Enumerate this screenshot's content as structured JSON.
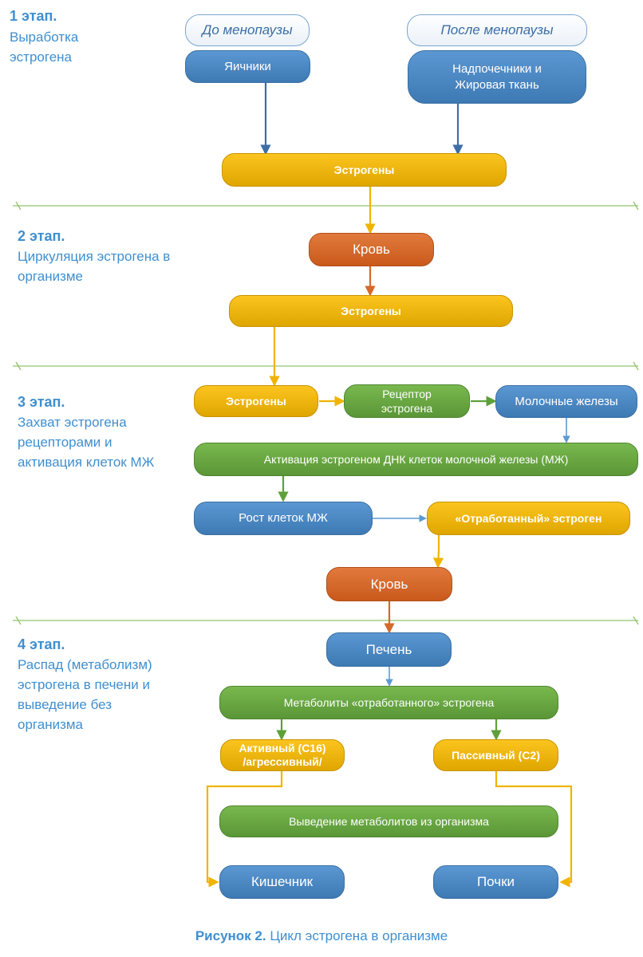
{
  "stages": [
    {
      "title": "1 этап.",
      "text": [
        "Выработка",
        "эстрогена"
      ]
    },
    {
      "title": "2 этап.",
      "text": [
        "Циркуляция эстрогена в",
        "организме"
      ]
    },
    {
      "title": "3 этап.",
      "text": [
        "Захват эстрогена",
        "рецепторами и",
        "активация клеток МЖ"
      ]
    },
    {
      "title": "4 этап.",
      "text": [
        "Распад (метаболизм)",
        "эстрогена в печени и",
        "выведение без",
        "организма"
      ]
    }
  ],
  "nodes": {
    "pre_menopause": "До менопаузы",
    "post_menopause": "После менопаузы",
    "ovaries": "Яичники",
    "adrenal_fat": [
      "Надпочечники и",
      "Жировая ткань"
    ],
    "estrogens_1": "Эстрогены",
    "blood_1": "Кровь",
    "estrogens_2": "Эстрогены",
    "estrogens_3": "Эстрогены",
    "receptor": [
      "Рецептор",
      "эстрогена"
    ],
    "mammary": "Молочные железы",
    "activation": "Активация эстрогеном ДНК клеток молочной железы (МЖ)",
    "cell_growth": "Рост клеток МЖ",
    "spent_estrogen": "«Отработанный» эстроген",
    "blood_2": "Кровь",
    "liver": "Печень",
    "metabolites": "Метаболиты «отработанного» эстрогена",
    "active": [
      "Активный (С16)",
      "/агрессивный/"
    ],
    "passive": "Пассивный (С2)",
    "excretion": "Выведение метаболитов  из организма",
    "intestine": "Кишечник",
    "kidneys": "Почки"
  },
  "caption": {
    "label": "Рисунок 2.",
    "text": " Цикл эстрогена в организме"
  },
  "colors": {
    "blue": "#4a86c5",
    "yellow": "#f5b400",
    "orange": "#d4692a",
    "green": "#6aa842",
    "stage_text": "#3f8fd0",
    "divider": "#92c46c"
  }
}
